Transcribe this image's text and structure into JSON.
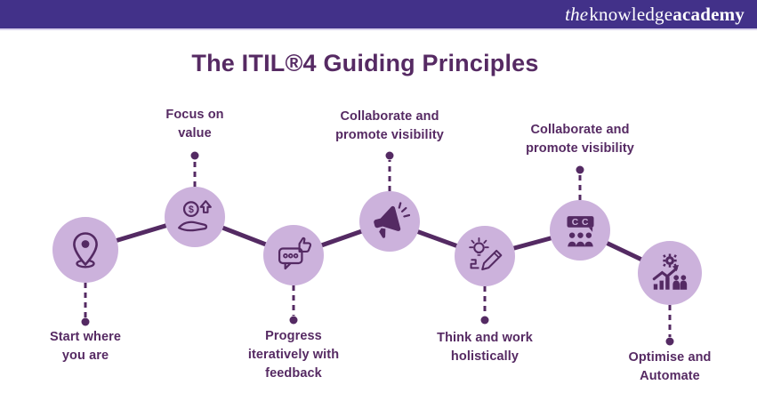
{
  "brand": {
    "the": "the",
    "knowledge": "knowledge",
    "academy": "academy"
  },
  "title": "The ITIL®4 Guiding Principles",
  "colors": {
    "header_bar": "#423189",
    "accent_dark": "#542a63",
    "circle_fill": "#ccb2dc",
    "text": "#562a63",
    "background": "#ffffff"
  },
  "nodes": [
    {
      "id": "start-where-you-are",
      "label": "Start where\nyou are",
      "label_position": "below",
      "icon": "location-pin-icon"
    },
    {
      "id": "focus-on-value",
      "label": "Focus on\nvalue",
      "label_position": "above",
      "icon": "coin-hand-icon"
    },
    {
      "id": "progress-iteratively-with-feedback",
      "label": "Progress\niteratively with\nfeedback",
      "label_position": "below",
      "icon": "feedback-thumbs-up-icon"
    },
    {
      "id": "collaborate-and-promote-visibility-1",
      "label": "Collaborate and\npromote visibility",
      "label_position": "above",
      "icon": "megaphone-icon"
    },
    {
      "id": "think-and-work-holistically",
      "label": "Think and work\nholistically",
      "label_position": "below",
      "icon": "idea-pencil-icon"
    },
    {
      "id": "collaborate-and-promote-visibility-2",
      "label": "Collaborate and\npromote visibility",
      "label_position": "above",
      "icon": "team-discussion-icon"
    },
    {
      "id": "optimise-and-automate",
      "label": "Optimise and\nAutomate",
      "label_position": "below",
      "icon": "optimise-chart-icon"
    }
  ]
}
